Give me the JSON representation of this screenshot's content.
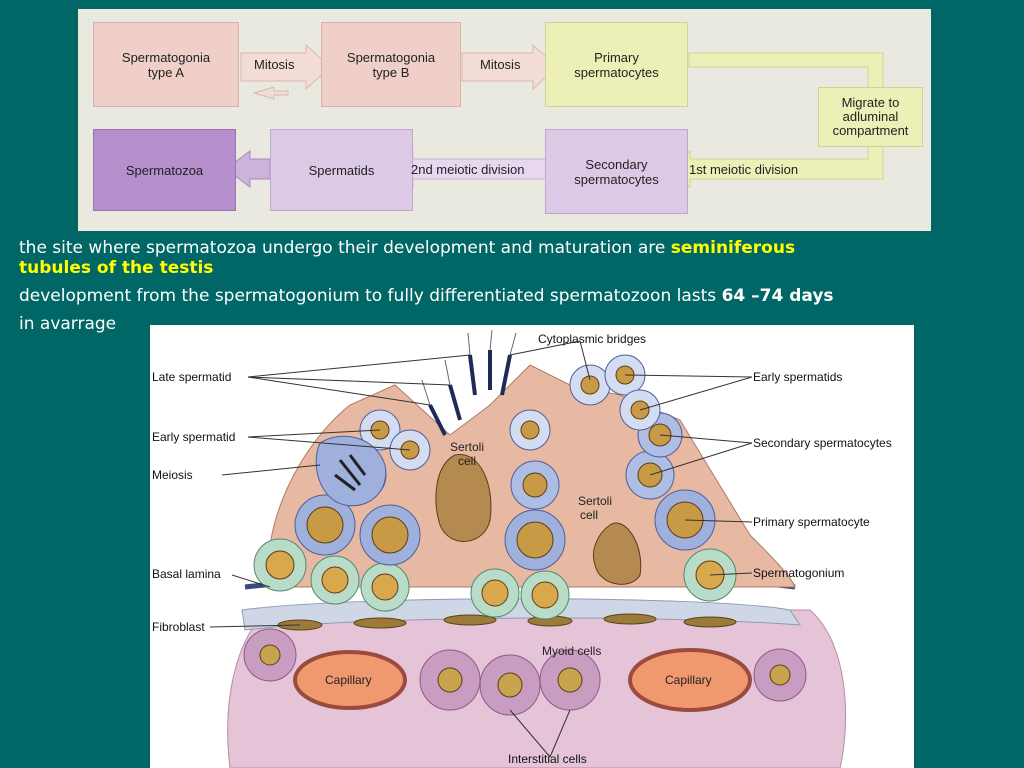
{
  "flowchart": {
    "boxes": {
      "sg_a": "Spermatogonia\ntype A",
      "sg_b": "Spermatogonia\ntype B",
      "primary": "Primary\nspermatocytes",
      "migrate": "Migrate to\nadluminal\ncompartment",
      "secondary": "Secondary\nspermatocytes",
      "spermatids": "Spermatids",
      "spermatozoa": "Spermatozoa"
    },
    "arrows": {
      "mitosis1": "Mitosis",
      "mitosis2": "Mitosis",
      "meiotic1": "1st meiotic division",
      "meiotic2": "2nd meiotic division"
    },
    "colors": {
      "pink": "#efcfc8",
      "green": "#ecf0b6",
      "lavender": "#dcc9e6",
      "purple": "#b690cc",
      "background": "#e9e9df"
    }
  },
  "text": {
    "line1_plain": "the site where spermatozoa undergo their development and maturation are ",
    "line1_highlight_a": "seminiferous",
    "line1_highlight_b": "tubules of the testis",
    "line2_plain": "development from the spermatogonium to fully differentiated spermatozoon lasts ",
    "line2_bold": "64 –74 days",
    "line3": "in avarrage"
  },
  "histology": {
    "labels_left": {
      "late_spermatid": "Late spermatid",
      "early_spermatid": "Early spermatid",
      "meiosis": "Meiosis",
      "basal_lamina": "Basal lamina",
      "fibroblast": "Fibroblast"
    },
    "labels_right": {
      "early_spermatids": "Early spermatids",
      "secondary_spermatocytes": "Secondary spermatocytes",
      "primary_spermatocyte": "Primary spermatocyte",
      "spermatogonium": "Spermatogonium"
    },
    "labels_top": {
      "cytoplasmic_bridges": "Cytoplasmic bridges"
    },
    "labels_inner": {
      "sertoli_1a": "Sertoli",
      "sertoli_1b": "cell",
      "sertoli_2a": "Sertoli",
      "sertoli_2b": "cell",
      "myoid": "Myoid cells",
      "capillary_1": "Capillary",
      "capillary_2": "Capillary"
    },
    "labels_bottom": {
      "interstitial": "Interstitial cells"
    }
  },
  "colors": {
    "slide_background": "#006666",
    "highlight": "#ffff00",
    "text": "#ffffff"
  }
}
